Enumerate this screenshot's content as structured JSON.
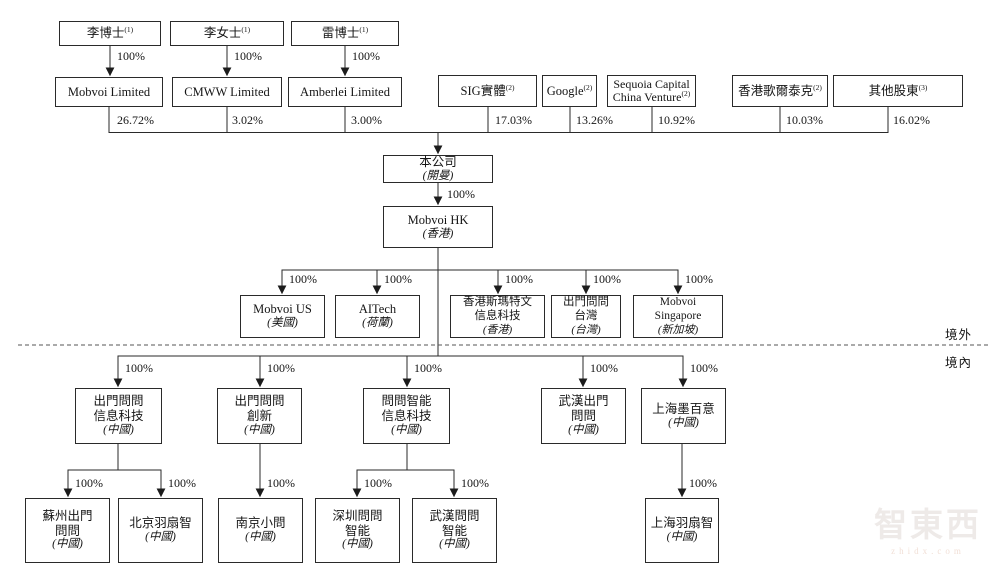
{
  "top_individuals": [
    {
      "name": "李博士",
      "sup": "(1)",
      "pct": "100%"
    },
    {
      "name": "李女士",
      "sup": "(1)",
      "pct": "100%"
    },
    {
      "name": "雷博士",
      "sup": "(1)",
      "pct": "100%"
    }
  ],
  "holdcos": [
    {
      "name": "Mobvoi Limited",
      "pct": "26.72%"
    },
    {
      "name": "CMWW Limited",
      "pct": "3.02%"
    },
    {
      "name": "Amberlei Limited",
      "pct": "3.00%"
    }
  ],
  "investors": [
    {
      "line1": "SIG實體",
      "sup": "(2)",
      "pct": "17.03%"
    },
    {
      "line1": "Google",
      "sup": "(2)",
      "pct": "13.26%"
    },
    {
      "line1": "Sequoia Capital",
      "line2": "China Venture",
      "sup": "(2)",
      "pct": "10.92%"
    },
    {
      "line1": "香港歌爾泰克",
      "sup": "(2)",
      "pct": "10.03%"
    },
    {
      "line1": "其他股東",
      "sup": "(3)",
      "pct": "16.02%"
    }
  ],
  "company": {
    "name": "本公司",
    "loc": "(開曼)"
  },
  "hk": {
    "name": "Mobvoi HK",
    "loc": "(香港)",
    "pct": "100%"
  },
  "overseas_subs": [
    {
      "line1": "Mobvoi US",
      "loc": "(美國)",
      "pct": "100%"
    },
    {
      "line1": "AITech",
      "loc": "(荷蘭)",
      "pct": "100%"
    },
    {
      "line1": "香港斯瑪特文",
      "line2": "信息科技",
      "loc": "(香港)",
      "pct": "100%"
    },
    {
      "line1": "出門問問",
      "line2": "台灣",
      "loc": "(台灣)",
      "pct": "100%"
    },
    {
      "line1": "Mobvoi",
      "line2": "Singapore",
      "loc": "(新加坡)",
      "pct": "100%"
    }
  ],
  "domestic_subs": [
    {
      "line1": "出門問問",
      "line2": "信息科技",
      "loc": "(中國)",
      "pct": "100%"
    },
    {
      "line1": "出門問問",
      "line2": "創新",
      "loc": "(中國)",
      "pct": "100%"
    },
    {
      "line1": "問問智能",
      "line2": "信息科技",
      "loc": "(中國)",
      "pct": "100%"
    },
    {
      "line1": "武漢出門",
      "line2": "問問",
      "loc": "(中國)",
      "pct": "100%"
    },
    {
      "line1": "上海墨百意",
      "loc": "(中國)",
      "pct": "100%"
    }
  ],
  "grandchildren": [
    {
      "line1": "蘇州出門",
      "line2": "問問",
      "loc": "(中國)",
      "pct": "100%"
    },
    {
      "line1": "北京羽扇智",
      "loc": "(中國)",
      "pct": "100%"
    },
    {
      "line1": "南京小問",
      "loc": "(中國)",
      "pct": "100%"
    },
    {
      "line1": "深圳問問",
      "line2": "智能",
      "loc": "(中國)",
      "pct": "100%"
    },
    {
      "line1": "武漢問問",
      "line2": "智能",
      "loc": "(中國)",
      "pct": "100%"
    },
    {
      "line1": "上海羽扇智",
      "loc": "(中國)",
      "pct": "100%"
    }
  ],
  "region_labels": {
    "overseas": "境外",
    "domestic": "境內"
  },
  "watermark": {
    "logo": "智東西",
    "site": "zhidx.com"
  },
  "colors": {
    "line": "#2a2a2a",
    "box_border": "#2a2a2a",
    "background": "#ffffff"
  }
}
